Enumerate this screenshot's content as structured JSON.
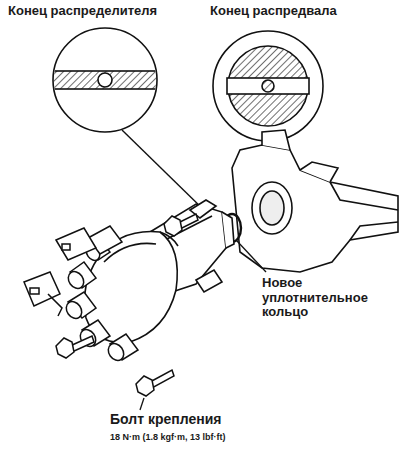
{
  "diagram": {
    "labels": [
      "Конец распределителя",
      "Конец распредвала",
      "Новое уплотнительное кольцо",
      "Болт крепления",
      "18 N·m (1.8 kgf·m, 13 lbf·ft)"
    ]
  }
}
